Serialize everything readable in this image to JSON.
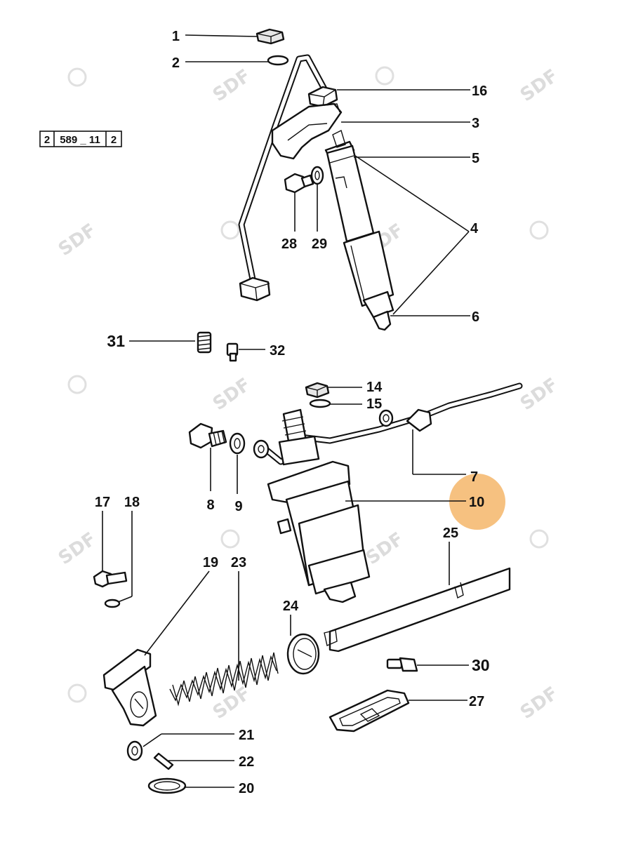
{
  "reference_box": [
    "2",
    "589 _ 11",
    "2"
  ],
  "watermark": "SDF",
  "highlight": {
    "part": "10",
    "color": "#f5b66a"
  },
  "callouts": {
    "c1": "1",
    "c2": "2",
    "c3": "3",
    "c4": "4",
    "c5": "5",
    "c6": "6",
    "c7": "7",
    "c8": "8",
    "c9": "9",
    "c10": "10",
    "c14": "14",
    "c15": "15",
    "c16": "16",
    "c17": "17",
    "c18": "18",
    "c19": "19",
    "c20": "20",
    "c21": "21",
    "c22": "22",
    "c23": "23",
    "c24": "24",
    "c25": "25",
    "c27": "27",
    "c28": "28",
    "c29": "29",
    "c30": "30",
    "c31": "31",
    "c32": "32"
  }
}
